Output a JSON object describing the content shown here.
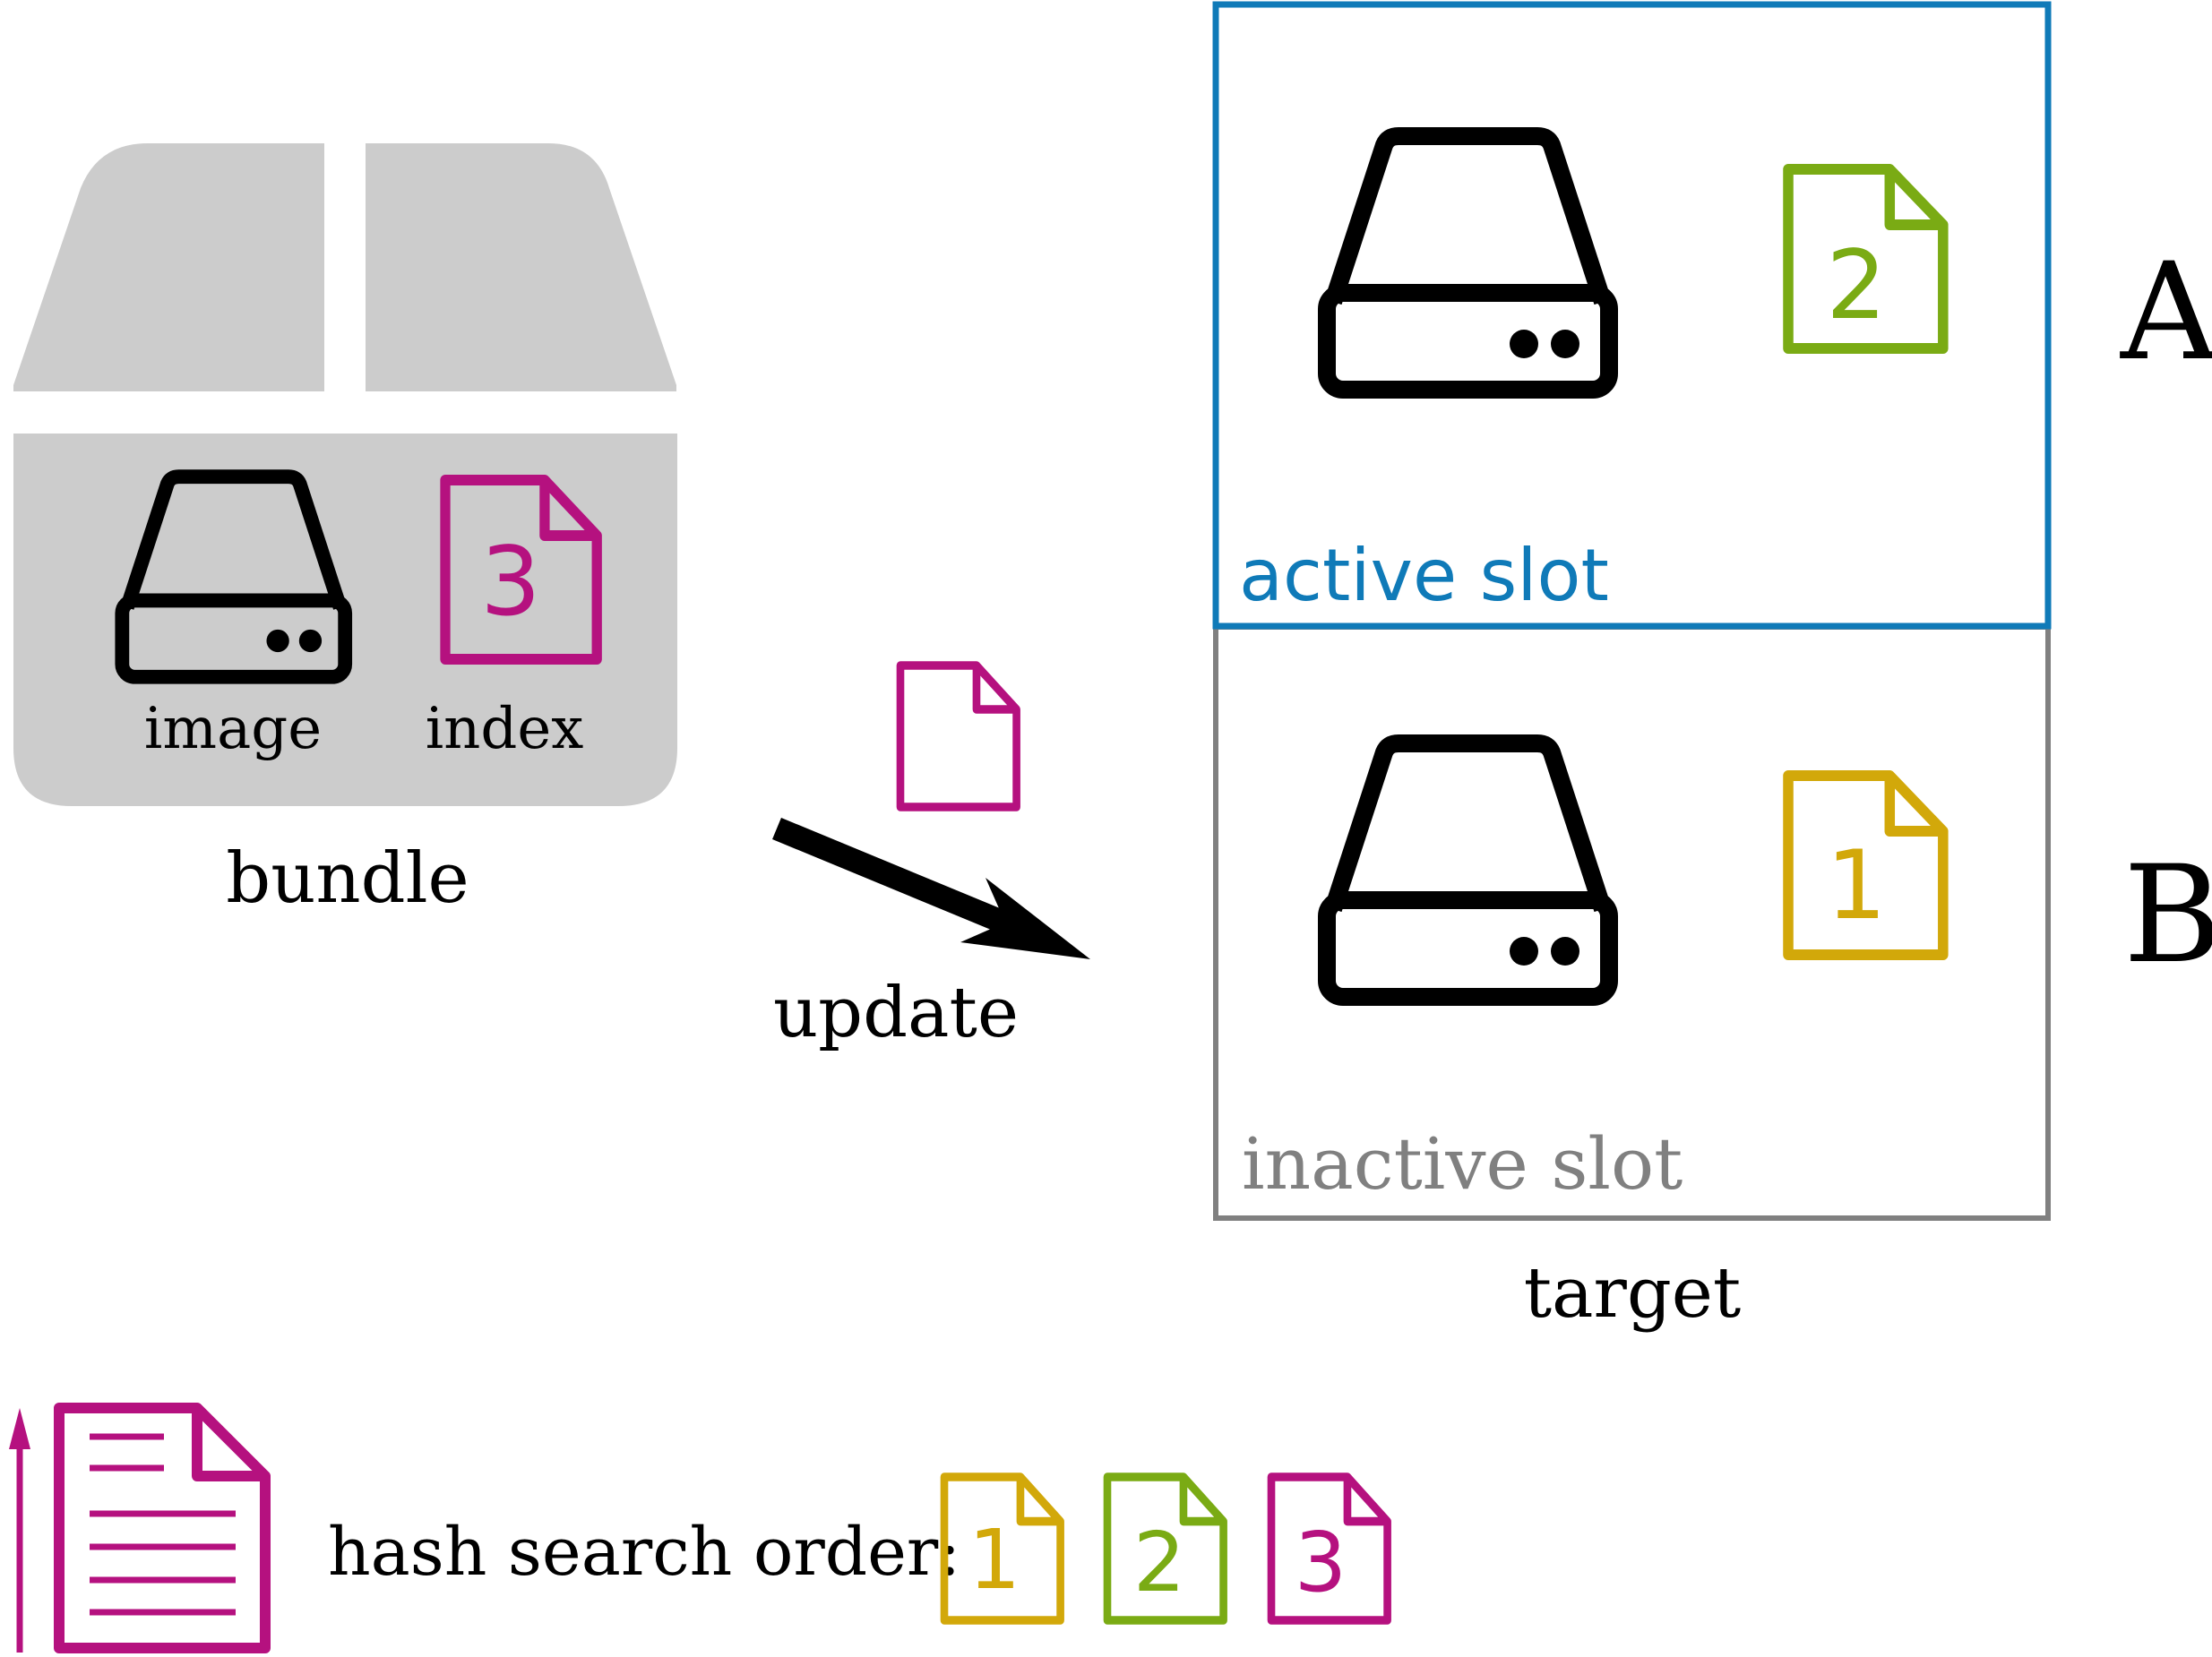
{
  "bundle": {
    "label": "bundle",
    "image_label": "image",
    "index_label": "index",
    "index_number": "3"
  },
  "update": {
    "label": "update"
  },
  "target": {
    "label": "target",
    "slot_a": {
      "letter": "A",
      "caption": "active slot",
      "index_number": "2"
    },
    "slot_b": {
      "letter": "B",
      "caption": "inactive slot",
      "index_number": "1"
    }
  },
  "legend": {
    "label": "hash search order:",
    "order": [
      "1",
      "2",
      "3"
    ]
  },
  "colors": {
    "magenta": "#b5117f",
    "green": "#7aab14",
    "gold": "#d2a80a",
    "blue": "#0f7ab8",
    "gray": "#808080",
    "box_gray": "#cccccc",
    "black": "#000000"
  }
}
